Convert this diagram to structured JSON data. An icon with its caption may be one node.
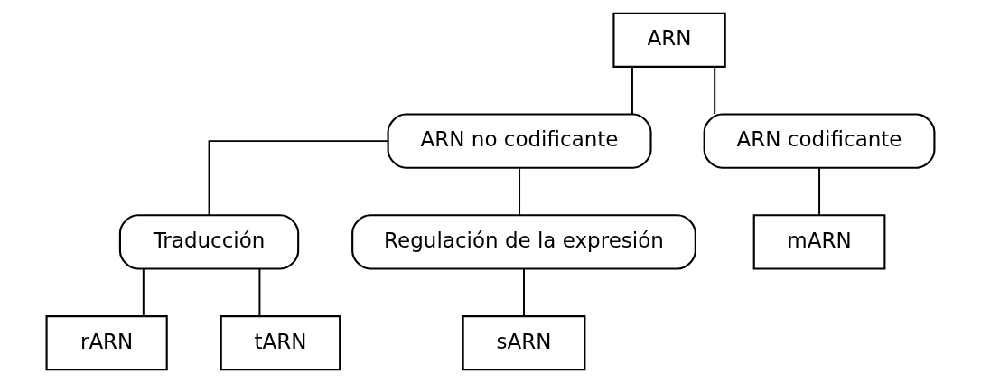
{
  "diagram": {
    "nodes": [
      {
        "text": [
          "ARN"
        ]
      },
      {
        "text": [
          "ARN no codificante"
        ]
      },
      {
        "text": [
          "ARN codificante"
        ]
      },
      {
        "text": [
          "mARN"
        ]
      },
      {
        "text": [
          "Traducción"
        ]
      },
      {
        "text": [
          "Regulación de la expresión"
        ]
      },
      {
        "text": [
          "rARN"
        ]
      },
      {
        "text": [
          "tARN"
        ]
      },
      {
        "text": [
          "sARN"
        ]
      }
    ],
    "edges": [
      {
        "from": 0,
        "to": 1,
        "arrow": "none"
      },
      {
        "from": 0,
        "to": 2,
        "arrow": "none"
      },
      {
        "from": 2,
        "to": 3,
        "arrow": "none"
      },
      {
        "from": 1,
        "to": 4,
        "arrow": "none"
      },
      {
        "from": 1,
        "to": 5,
        "arrow": "none"
      },
      {
        "from": 4,
        "to": 6,
        "arrow": "none"
      },
      {
        "from": 4,
        "to": 7,
        "arrow": "none"
      },
      {
        "from": 5,
        "to": 8,
        "arrow": "none"
      }
    ]
  }
}
